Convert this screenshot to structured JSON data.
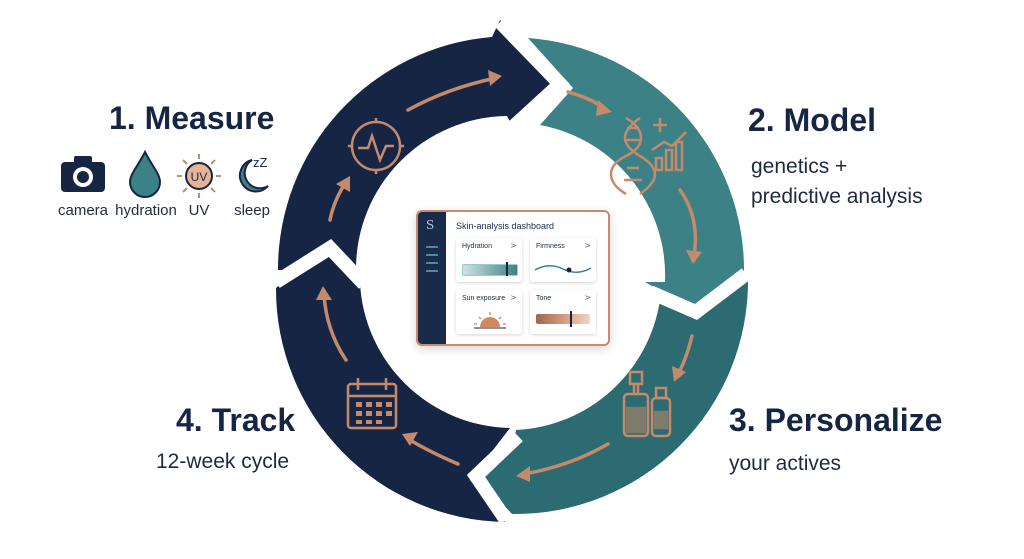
{
  "steps": [
    {
      "title": "1. Measure",
      "subtitle": ""
    },
    {
      "title": "2. Model",
      "subtitle_lines": [
        "genetics +",
        "predictive analysis"
      ]
    },
    {
      "title": "3. Personalize",
      "subtitle": "your actives"
    },
    {
      "title": "4. Track",
      "subtitle": "12-week cycle"
    }
  ],
  "measure_items": [
    {
      "icon": "camera-icon",
      "label": "camera"
    },
    {
      "icon": "water-drop-icon",
      "label": "hydration"
    },
    {
      "icon": "uv-sun-icon",
      "label": "UV",
      "icon_text": "UV"
    },
    {
      "icon": "moon-sleep-icon",
      "label": "sleep",
      "icon_text": "zZ"
    }
  ],
  "dashboard": {
    "logo": "S",
    "title": "Skin-analysis dashboard",
    "tiles": [
      {
        "label": "Hydration",
        "chevron": ">",
        "visual": "gradient-bar"
      },
      {
        "label": "Firmness",
        "chevron": ">",
        "visual": "wave-line"
      },
      {
        "label": "Sun exposure",
        "chevron": ">",
        "visual": "sunrise"
      },
      {
        "label": "Tone",
        "chevron": ">",
        "visual": "tone-swatch"
      }
    ]
  },
  "ring_icons": [
    "heart-rate-watch-icon",
    "dna-growth-chart-icon",
    "serum-bottles-icon",
    "calendar-icon"
  ],
  "colors": {
    "navy": "#172544",
    "teal": "#3c8185",
    "teal_dark": "#2c6b71",
    "copper": "#c48a6c",
    "text": "#172544"
  }
}
